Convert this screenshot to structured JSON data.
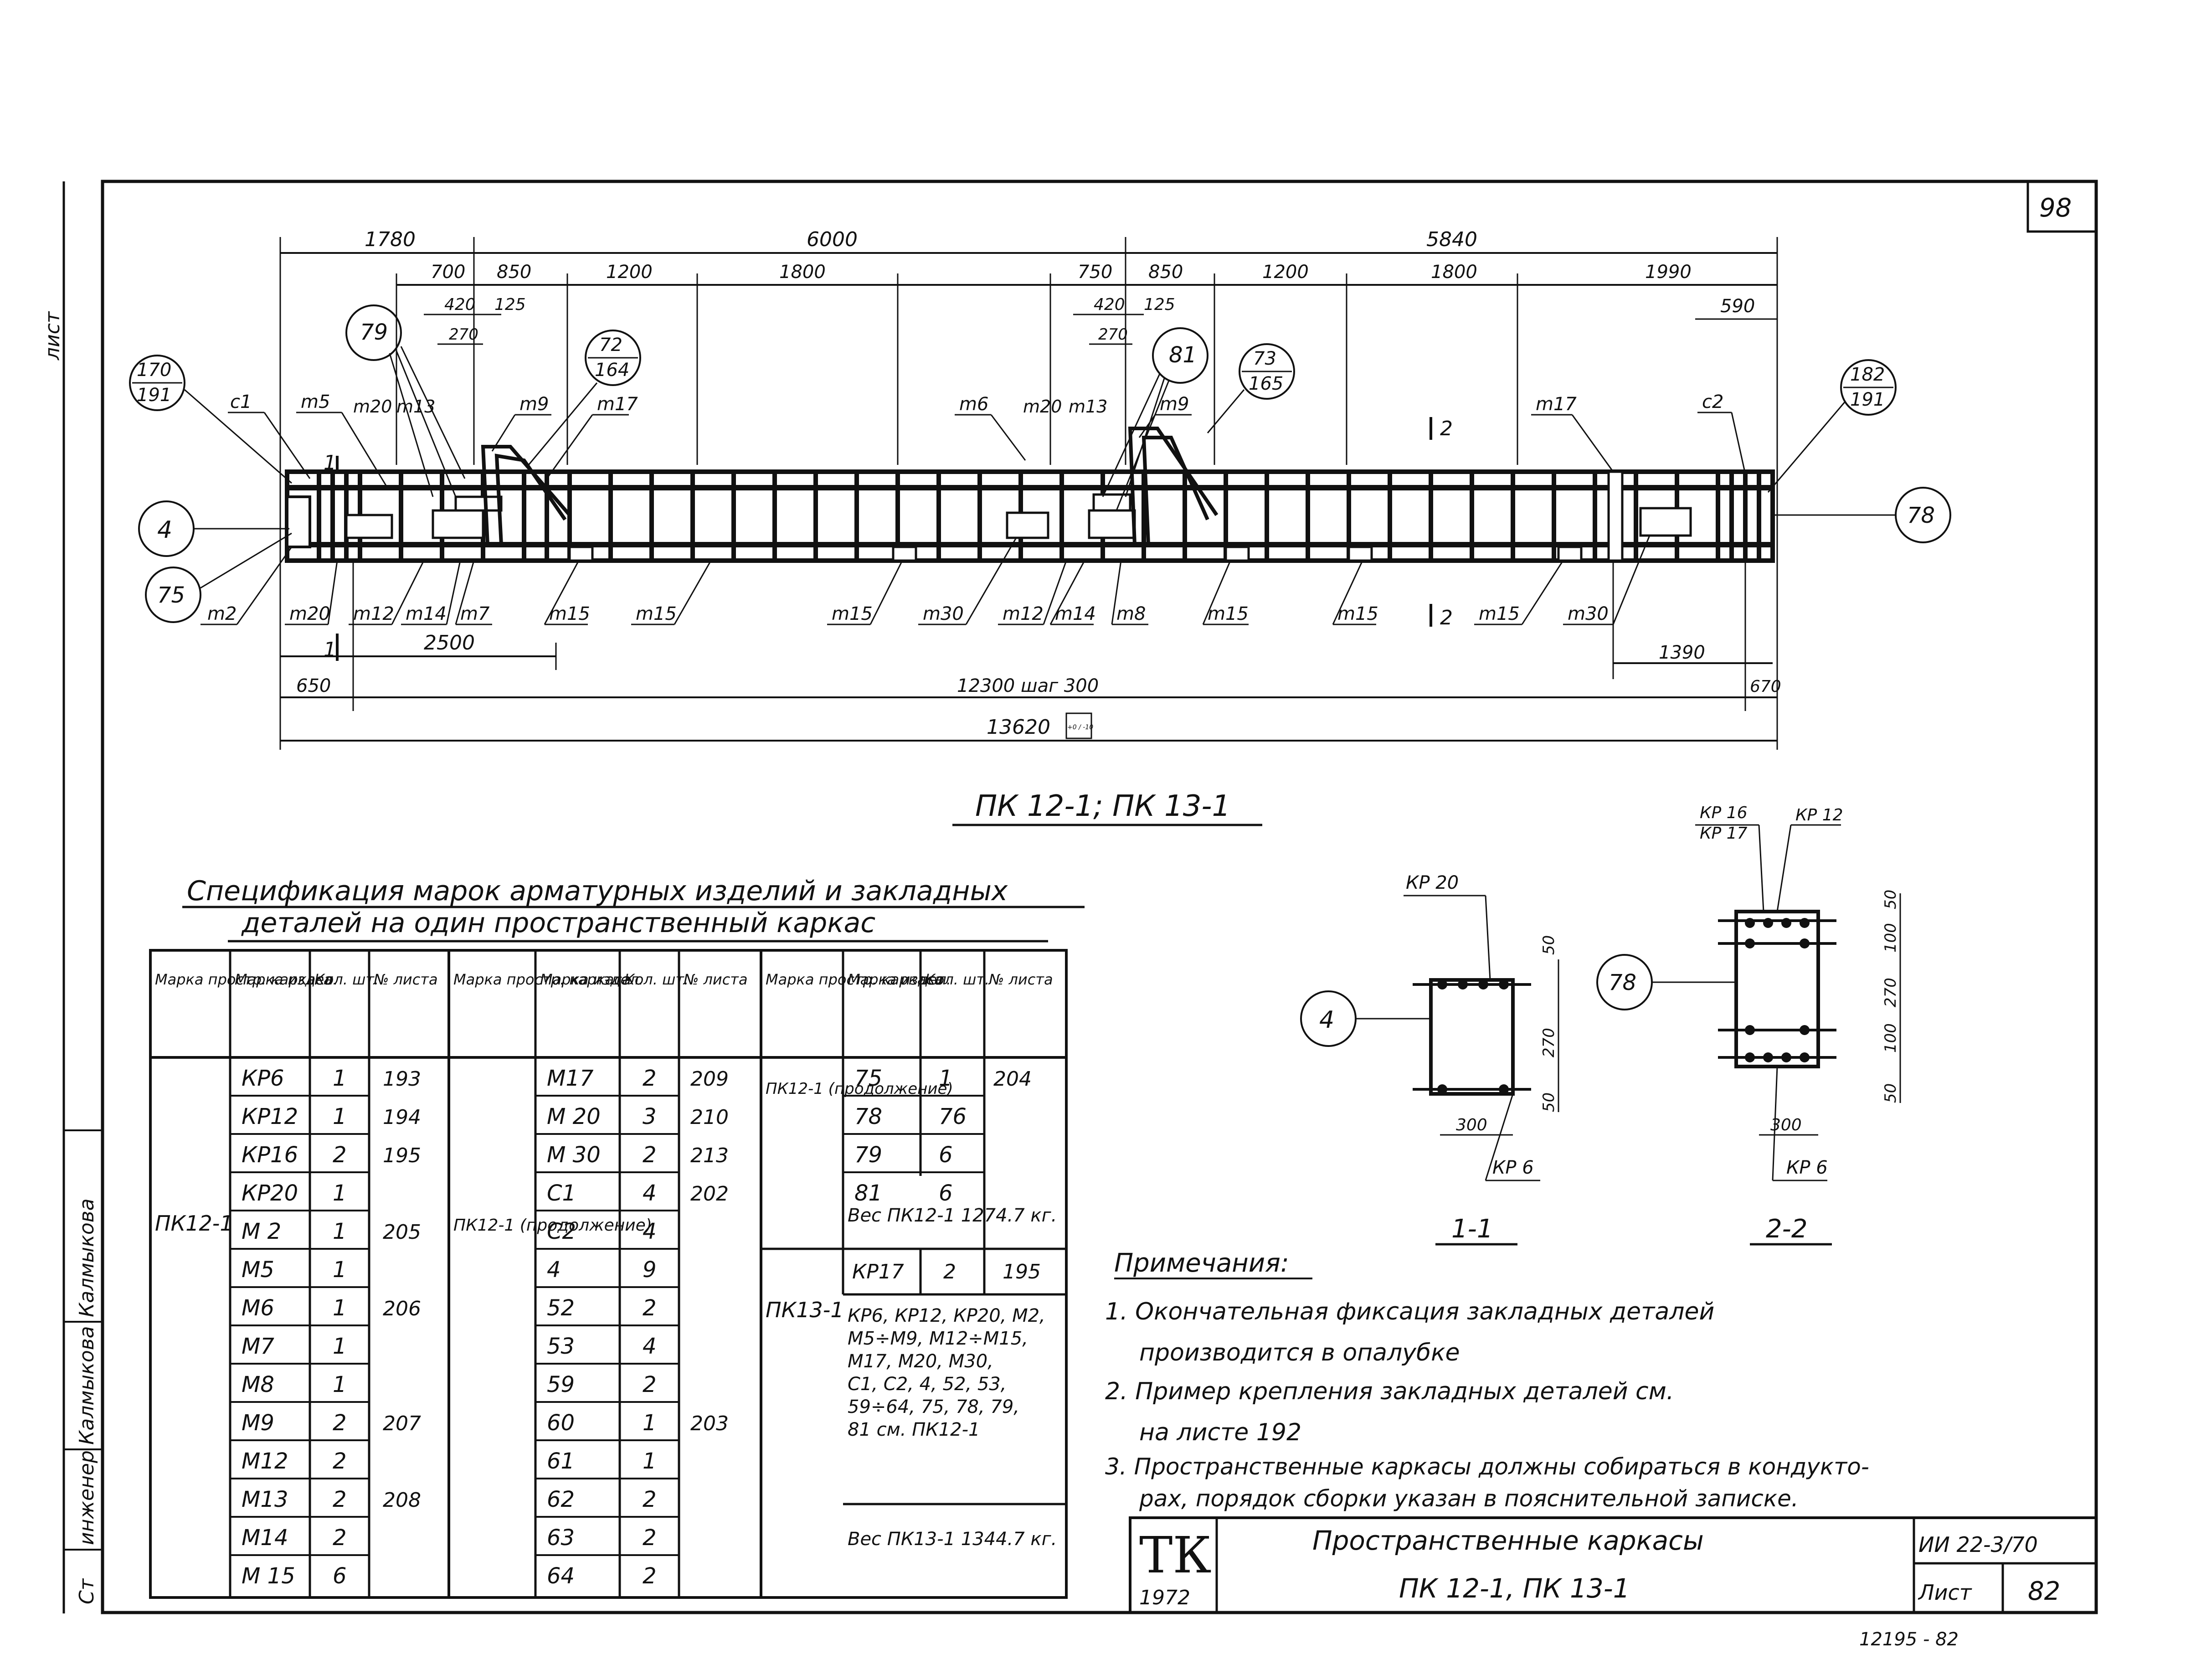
{
  "sheet": {
    "page_number": "98",
    "subtitle": "ПК 12-1; ПК 13-1",
    "spec_title_line1": "Спецификация марок арматурных изделий и закладных",
    "spec_title_line2": "деталей на один пространственный каркас",
    "bottom_code": "12195 - 82"
  },
  "side_stamp": {
    "st": "Ст",
    "role": "инженер",
    "name": "Калмыкова",
    "sign": "Калмыкова",
    "top_mark": "лист"
  },
  "elevation": {
    "top_dims": [
      "1780",
      "6000",
      "5840"
    ],
    "dims_row2": [
      "700",
      "850",
      "1200",
      "1800",
      "750",
      "850",
      "1200",
      "1800",
      "1990"
    ],
    "dims_row3": [
      "420",
      "125",
      "420",
      "125",
      "590"
    ],
    "dims_row4": [
      "270",
      "270"
    ],
    "bubble_refs": [
      {
        "top": "170",
        "bottom": "191"
      },
      {
        "top": "72",
        "bottom": "164"
      },
      {
        "top": "73",
        "bottom": "165"
      },
      {
        "top": "182",
        "bottom": "191"
      }
    ],
    "circle_refs": [
      "79",
      "81"
    ],
    "end_marks": [
      "4",
      "75",
      "78"
    ],
    "top_labels": [
      "c1",
      "m5",
      "m20",
      "m13",
      "m9",
      "m17",
      "m6",
      "m20",
      "m13",
      "m9",
      "m17",
      "c2"
    ],
    "bottom_labels": [
      "m2",
      "m20",
      "m12",
      "m14",
      "m7",
      "m15",
      "m15",
      "m15",
      "m30",
      "m12",
      "m14",
      "m8",
      "m15",
      "m15",
      "m15",
      "m30"
    ],
    "section_marks": [
      "1",
      "1",
      "2",
      "2"
    ],
    "bottom_dims": {
      "d2500": "2500",
      "d1390": "1390",
      "d650": "650",
      "d12300": "12300 шаг 300",
      "d670": "670",
      "d13620": "13620",
      "tol": "+0 / -10"
    }
  },
  "sections": {
    "s1": {
      "title": "1-1",
      "kp_top": "КР 20",
      "kp_bottom": "КР 6",
      "w": "300",
      "h1": "50",
      "h2": "270",
      "h3": "50",
      "mark": "4"
    },
    "s2": {
      "title": "2-2",
      "kp_top1": "КР 16",
      "kp_top2": "КР 17",
      "kp_top3": "КР 12",
      "kp_bottom": "КР 6",
      "w": "300",
      "h1": "50",
      "h2": "100",
      "h3": "270",
      "h4": "100",
      "h5": "50",
      "mark": "78"
    }
  },
  "table": {
    "headers": [
      "Марка простр. каркаса",
      "Марка издел.",
      "Кол. шт.",
      "№ листа"
    ],
    "g1_frame": "ПК12-1",
    "g1": [
      [
        "КР6",
        "1",
        "193"
      ],
      [
        "КР12",
        "1",
        "194"
      ],
      [
        "КР16",
        "2",
        "195"
      ],
      [
        "КР20",
        "1",
        ""
      ],
      [
        "М 2",
        "1",
        "205"
      ],
      [
        "М5",
        "1",
        ""
      ],
      [
        "М6",
        "1",
        "206"
      ],
      [
        "М7",
        "1",
        ""
      ],
      [
        "М8",
        "1",
        ""
      ],
      [
        "М9",
        "2",
        "207"
      ],
      [
        "М12",
        "2",
        ""
      ],
      [
        "М13",
        "2",
        "208"
      ],
      [
        "М14",
        "2",
        ""
      ],
      [
        "М 15",
        "6",
        ""
      ]
    ],
    "g2_frame": "ПК12-1 (продолжение)",
    "g2": [
      [
        "М17",
        "2",
        "209"
      ],
      [
        "М 20",
        "3",
        "210"
      ],
      [
        "М 30",
        "2",
        "213"
      ],
      [
        "С1",
        "4",
        "202"
      ],
      [
        "С2",
        "4",
        ""
      ],
      [
        "4",
        "9",
        ""
      ],
      [
        "52",
        "2",
        ""
      ],
      [
        "53",
        "4",
        ""
      ],
      [
        "59",
        "2",
        ""
      ],
      [
        "60",
        "1",
        "203"
      ],
      [
        "61",
        "1",
        ""
      ],
      [
        "62",
        "2",
        ""
      ],
      [
        "63",
        "2",
        ""
      ],
      [
        "64",
        "2",
        ""
      ]
    ],
    "g3_frame": "ПК12-1 (продолжение)",
    "g3": [
      [
        "75",
        "1",
        "204"
      ],
      [
        "78",
        "76",
        ""
      ],
      [
        "79",
        "6",
        ""
      ],
      [
        "81",
        "6",
        ""
      ]
    ],
    "g3_weight": "Вес ПК12-1 1274.7 кг.",
    "g4_frame": "ПК13-1",
    "g4_row": [
      "КР17",
      "2",
      "195"
    ],
    "g4_note": [
      "КР6, КР12, КР20, М2,",
      "М5÷М9, М12÷М15,",
      "М17, М20, М30,",
      "С1, С2, 4, 52, 53,",
      "59÷64, 75, 78, 79,",
      "81 см. ПК12-1"
    ],
    "g4_weight": "Вес ПК13-1 1344.7 кг."
  },
  "notes": {
    "title": "Примечания:",
    "items": [
      "1. Окончательная фиксация закладных деталей",
      "производится в опалубке",
      "2. Пример крепления закладных деталей см.",
      "на листе 192",
      "3. Пространственные каркасы должны собираться в кондукто-",
      "рах, порядок сборки указан в пояснительной записке."
    ]
  },
  "title_block": {
    "logo": "ТК",
    "year": "1972",
    "title1": "Пространственные каркасы",
    "title2": "ПК 12-1, ПК 13-1",
    "code": "ИИ 22-3/70",
    "sheet_label": "Лист",
    "sheet_no": "82"
  }
}
